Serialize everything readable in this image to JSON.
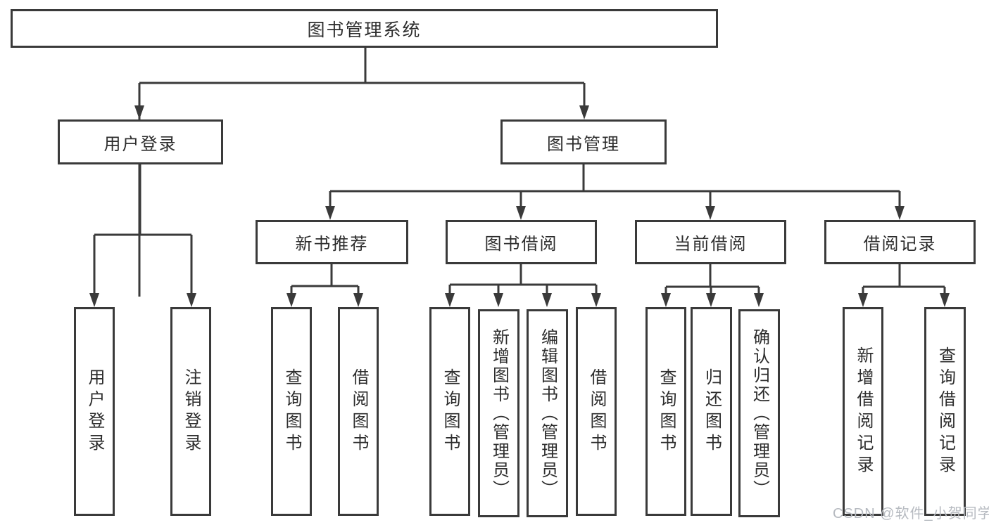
{
  "diagram_title": "图书管理系统",
  "tree": {
    "root": {
      "label": "图书管理系统"
    },
    "branches": [
      {
        "label": "用户登录",
        "children": [
          {
            "label": "用户登录"
          },
          {
            "label": "注销登录"
          }
        ]
      },
      {
        "label": "图书管理",
        "children": [
          {
            "label": "新书推荐",
            "children": [
              {
                "label": "查询图书"
              },
              {
                "label": "借阅图书"
              }
            ]
          },
          {
            "label": "图书借阅",
            "children": [
              {
                "label": "查询图书"
              },
              {
                "label": "新增图书（管理员）"
              },
              {
                "label": "编辑图书（管理员）"
              },
              {
                "label": "借阅图书"
              }
            ]
          },
          {
            "label": "当前借阅",
            "children": [
              {
                "label": "查询图书"
              },
              {
                "label": "归还图书"
              },
              {
                "label": "确认归还（管理员）"
              }
            ]
          },
          {
            "label": "借阅记录",
            "children": [
              {
                "label": "新增借阅记录"
              },
              {
                "label": "查询借阅记录"
              }
            ]
          }
        ]
      }
    ]
  },
  "watermark": {
    "text": "CSDN @软件_小贺同学"
  },
  "colors": {
    "line": "#3a3a3a",
    "text": "#2d2d2d",
    "watermark": "#b6bac0",
    "background": "#ffffff"
  }
}
